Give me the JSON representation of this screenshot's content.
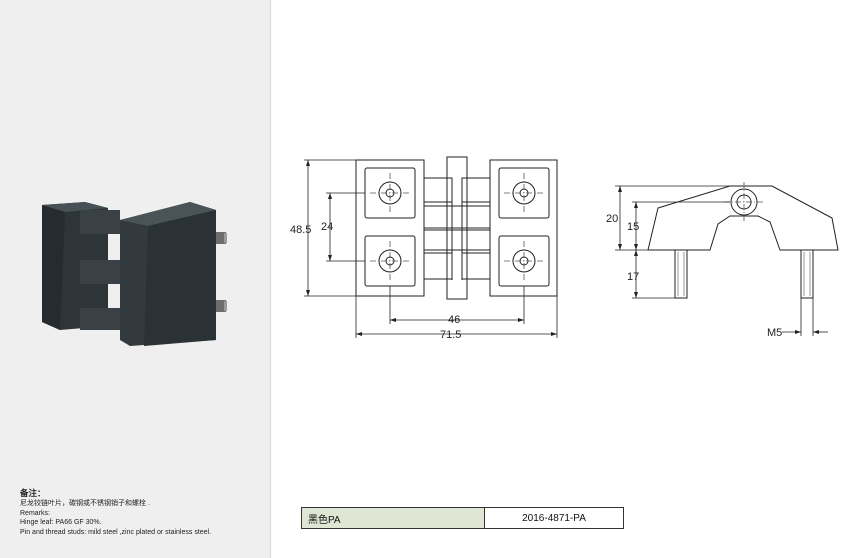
{
  "remarks": {
    "title": "备注：",
    "line_cn": "尼龙铰链叶片，碳钢或不锈钢销子和螺栓 .",
    "line_en_title": "Remarks:",
    "line_en_1": "Hinge leaf: PA66 GF 30%.",
    "line_en_2": "Pin and thread studs: mild steel ,zinc plated or stainless steel."
  },
  "dimensions": {
    "height_total": "48.5",
    "height_inner": "24",
    "hole_spacing": "46",
    "width_total": "71.5",
    "side_height": "20",
    "side_height_body": "15",
    "stud_length": "17",
    "thread": "M5"
  },
  "spec_table": {
    "color": "黑色PA",
    "code": "2016-4871-PA"
  },
  "colors": {
    "panel_bg": "#efefef",
    "product_dark": "#2b3235",
    "table_highlight": "#dfe7d4"
  }
}
